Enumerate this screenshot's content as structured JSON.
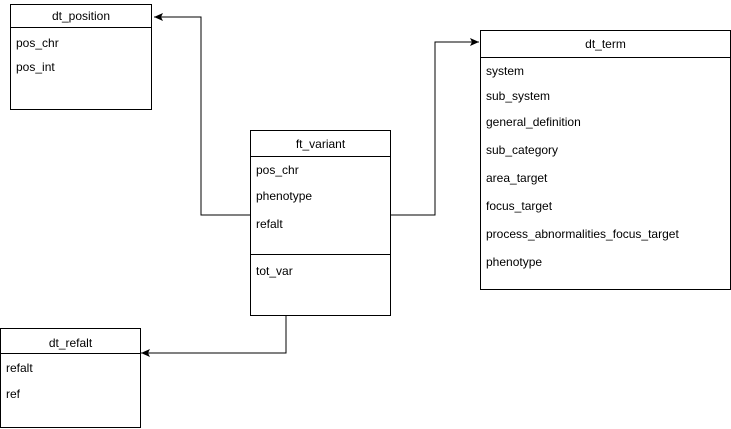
{
  "entities": {
    "dt_position": {
      "title": "dt_position",
      "fields": [
        "pos_chr",
        "pos_int"
      ]
    },
    "dt_term": {
      "title": "dt_term",
      "fields": [
        "system",
        "sub_system",
        "general_definition",
        "sub_category",
        "area_target",
        "focus_target",
        "process_abnormalities_focus_target",
        "phenotype"
      ]
    },
    "ft_variant": {
      "title": "ft_variant",
      "fields": [
        "pos_chr",
        "phenotype",
        "refalt"
      ],
      "measures": [
        "tot_var"
      ]
    },
    "dt_refalt": {
      "title": "dt_refalt",
      "fields": [
        "refalt",
        "ref"
      ]
    }
  },
  "colors": {
    "line": "#000000",
    "background": "#ffffff"
  }
}
